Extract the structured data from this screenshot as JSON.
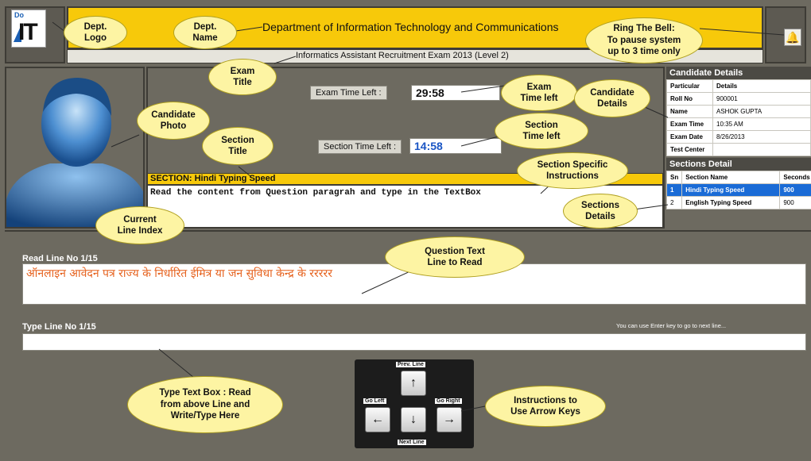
{
  "header": {
    "logo_do": "Do",
    "logo_it": "IT",
    "dept_name": "Department of Information Technology and Communications",
    "exam_title": "Informatics Assistant Recruitment Exam 2013 (Level 2)",
    "bell_icon": "bell-icon"
  },
  "timers": {
    "exam_label": "Exam Time Left :",
    "exam_value": "29:58",
    "section_label": "Section Time Left :",
    "section_value": "14:58"
  },
  "section": {
    "title": "SECTION: Hindi Typing Speed",
    "instructions": "Read the content from Question paragrah and type in the TextBox"
  },
  "candidate": {
    "heading": "Candidate Details",
    "col_particular": "Particular",
    "col_details": "Details",
    "rows": [
      {
        "k": "Roll No",
        "v": "900001"
      },
      {
        "k": "Name",
        "v": "ASHOK GUPTA"
      },
      {
        "k": "Exam Time",
        "v": "10:35 AM"
      },
      {
        "k": "Exam Date",
        "v": "8/26/2013"
      },
      {
        "k": "Test Center",
        "v": ""
      }
    ]
  },
  "sections_detail": {
    "heading": "Sections Detail",
    "col_sn": "Sn",
    "col_name": "Section Name",
    "col_seconds": "Seconds",
    "rows": [
      {
        "sn": "1",
        "name": "Hindi Typing Speed",
        "sec": "900"
      },
      {
        "sn": "2",
        "name": "English Typing Speed",
        "sec": "900"
      }
    ]
  },
  "typing": {
    "read_label": "Read Line No 1/15",
    "read_text": "ऑनलाइन आवेदन पत्र राज्य के निर्धारित ईमित्र या जन सुविधा केन्द्र के ररररर",
    "type_label": "Type Line No 1/15",
    "type_value": "",
    "enter_hint": "You can use Enter key to go to next line..."
  },
  "arrows": {
    "prev": "Prev. Line",
    "next": "Next Line",
    "left": "Go Left",
    "right": "Go Right",
    "up_glyph": "↑",
    "down_glyph": "↓",
    "left_glyph": "←",
    "right_glyph": "→"
  },
  "callouts": {
    "dept_logo": "Dept.\nLogo",
    "dept_name": "Dept.\nName",
    "exam_title": "Exam\nTitle",
    "ring_bell": "Ring The Bell:\nTo pause system\nup to 3 time only",
    "exam_time_left": "Exam\nTime left",
    "candidate_details": "Candidate\nDetails",
    "candidate_photo": "Candidate\nPhoto",
    "section_title": "Section\nTitle",
    "section_time_left": "Section\nTime left",
    "section_instructions": "Section Specific\nInstructions",
    "sections_details": "Sections\nDetails",
    "current_line_index": "Current\nLine Index",
    "question_text": "Question Text\nLine to Read",
    "type_text_box": "Type Text Box : Read\nfrom above Line and\nWrite/Type Here",
    "arrow_instructions": "Instructions to\nUse Arrow Keys"
  }
}
